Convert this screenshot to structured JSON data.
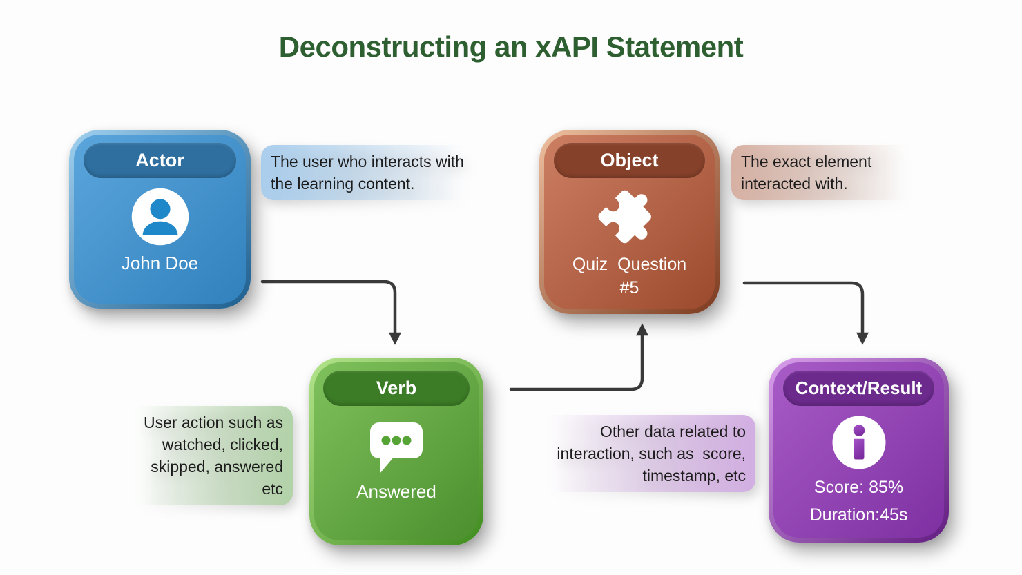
{
  "title": "Deconstructing an xAPI Statement",
  "cards": {
    "actor": {
      "label": "Actor",
      "value": "John Doe",
      "icon": "person-icon",
      "note": "The user who interacts with the learning content."
    },
    "verb": {
      "label": "Verb",
      "value": "Answered",
      "icon": "speech-bubble-icon",
      "note": "User action such as watched, clicked, skipped, answered etc"
    },
    "object": {
      "label": "Object",
      "lines": [
        "Quiz  Question",
        "#5"
      ],
      "icon": "puzzle-icon",
      "note": "The exact element interacted with."
    },
    "context": {
      "label": "Context/Result",
      "lines": [
        "Score: 85%",
        "Duration:45s"
      ],
      "icon": "info-icon",
      "note": "Other data related to interaction, such as  score, timestamp, etc"
    }
  },
  "flow": [
    "actor",
    "verb",
    "object",
    "context"
  ],
  "colors": {
    "title-color": "#2e5f30",
    "arrow-color": "#3a3a3a",
    "actor-border-light": "#9fd0ef",
    "actor-border-dark": "#1d5e8e",
    "actor-body-1": "#5ba5dc",
    "actor-body-2": "#3181bd",
    "actor-header": "#2f6f9f",
    "actor-icon": "#1e88c9",
    "verb-border-light": "#b4e48c",
    "verb-border-dark": "#3f8c1e",
    "verb-body-1": "#7fc15c",
    "verb-body-2": "#4b8f2e",
    "verb-header": "#3c7c26",
    "verb-icon": "#56a336",
    "object-border-light": "#eec09f",
    "object-border-dark": "#7c3a1f",
    "object-body-1": "#cd7f63",
    "object-body-2": "#9c4a2e",
    "object-header": "#86412a",
    "context-border-light": "#d9a0ec",
    "context-border-dark": "#611d80",
    "context-body-1": "#a85cc6",
    "context-body-2": "#7e30a2",
    "context-header": "#6b2a8c",
    "context-icon-1": "#a653c8",
    "context-icon-2": "#7b2d9e",
    "note-blue": "#a9cdec",
    "note-brown": "#d6b0a2",
    "note-green": "#b2d2a8",
    "note-purple": "#d2aee2"
  }
}
